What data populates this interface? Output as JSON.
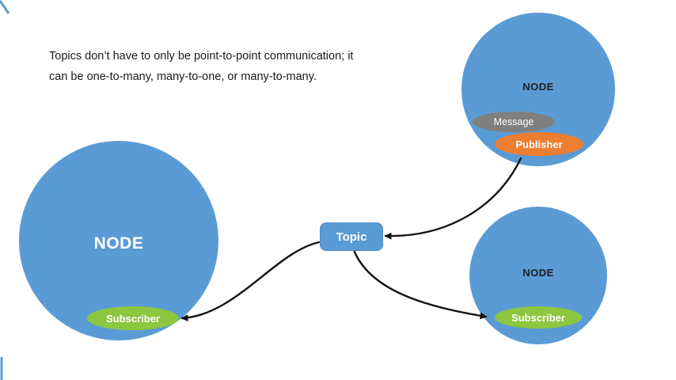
{
  "caption": {
    "line1": "Topics don’t have to only be point-to-point communication; it",
    "line2": "can be one-to-many, many-to-one, or many-to-many."
  },
  "topic": {
    "label": "Topic"
  },
  "nodes": {
    "left": {
      "label": "NODE",
      "subscriber": "Subscriber"
    },
    "top_right": {
      "label": "NODE",
      "message": "Message",
      "publisher": "Publisher"
    },
    "bottom_right": {
      "label": "NODE",
      "subscriber": "Subscriber"
    }
  },
  "colors": {
    "node_fill": "#5B9BD5",
    "subscriber_fill": "#8DC63F",
    "publisher_fill": "#ED7D31",
    "message_fill": "#7F7F7F",
    "arrow": "#141414"
  }
}
